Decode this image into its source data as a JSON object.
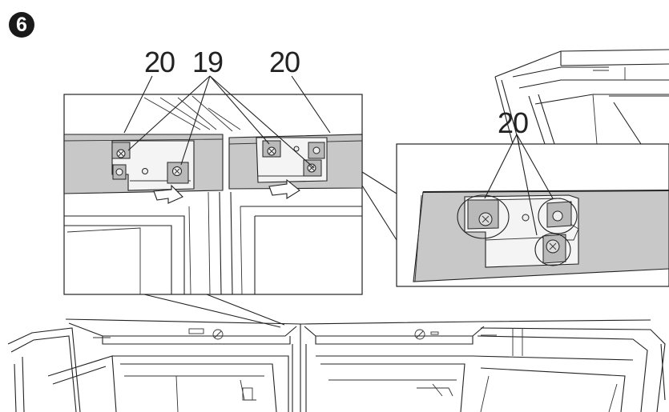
{
  "step": {
    "number": "6",
    "badge_label": "❻"
  },
  "callouts": {
    "left_bracket": "20",
    "screws": "19",
    "right_bracket": "20",
    "detail_bracket": "20"
  },
  "icons": {
    "screw": "screw-icon",
    "arrow": "down-arrow-icon"
  },
  "colors": {
    "panel": "#c8c8c8",
    "outline": "#222222",
    "background": "#ffffff"
  }
}
